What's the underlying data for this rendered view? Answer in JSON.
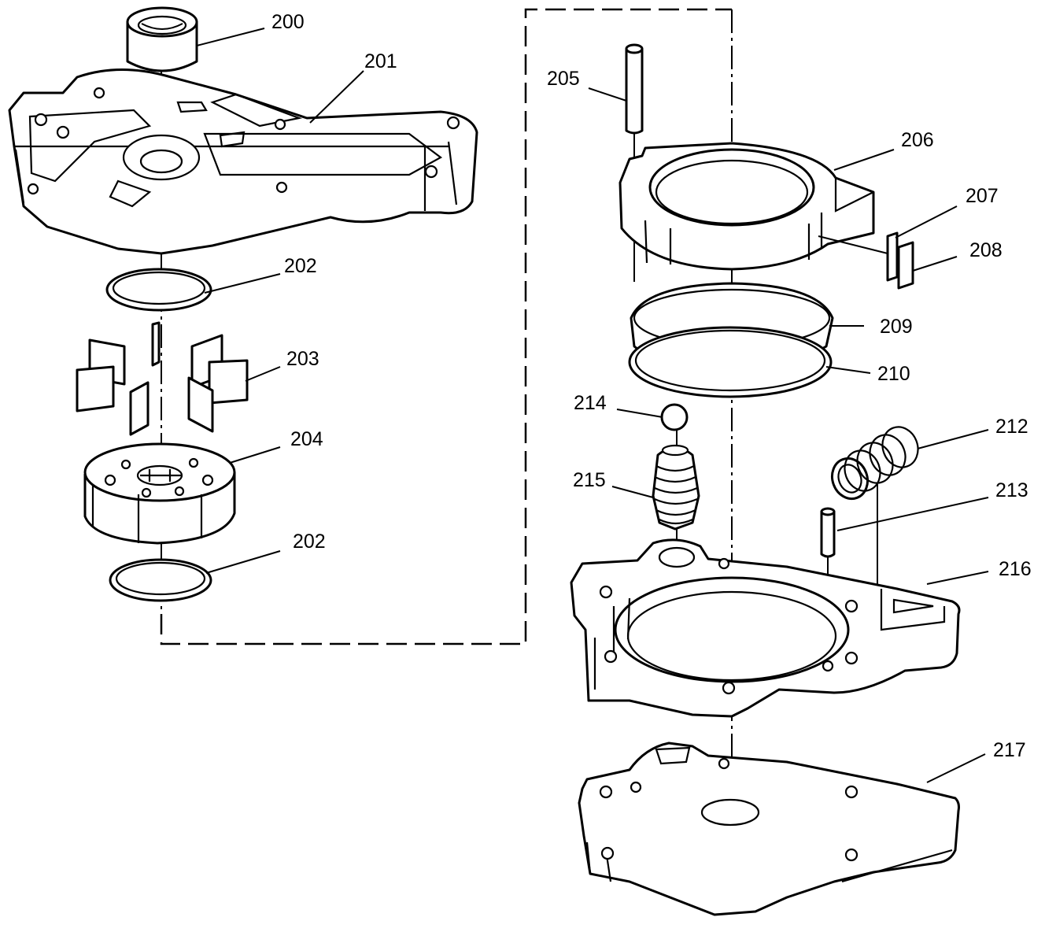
{
  "callouts": {
    "c200": "200",
    "c201": "201",
    "c202a": "202",
    "c203": "203",
    "c204": "204",
    "c202b": "202",
    "c205": "205",
    "c206": "206",
    "c207": "207",
    "c208": "208",
    "c209": "209",
    "c210": "210",
    "c214": "214",
    "c212": "212",
    "c215": "215",
    "c213": "213",
    "c216": "216",
    "c217": "217"
  },
  "colors": {
    "line": "#000000",
    "background": "#ffffff"
  }
}
